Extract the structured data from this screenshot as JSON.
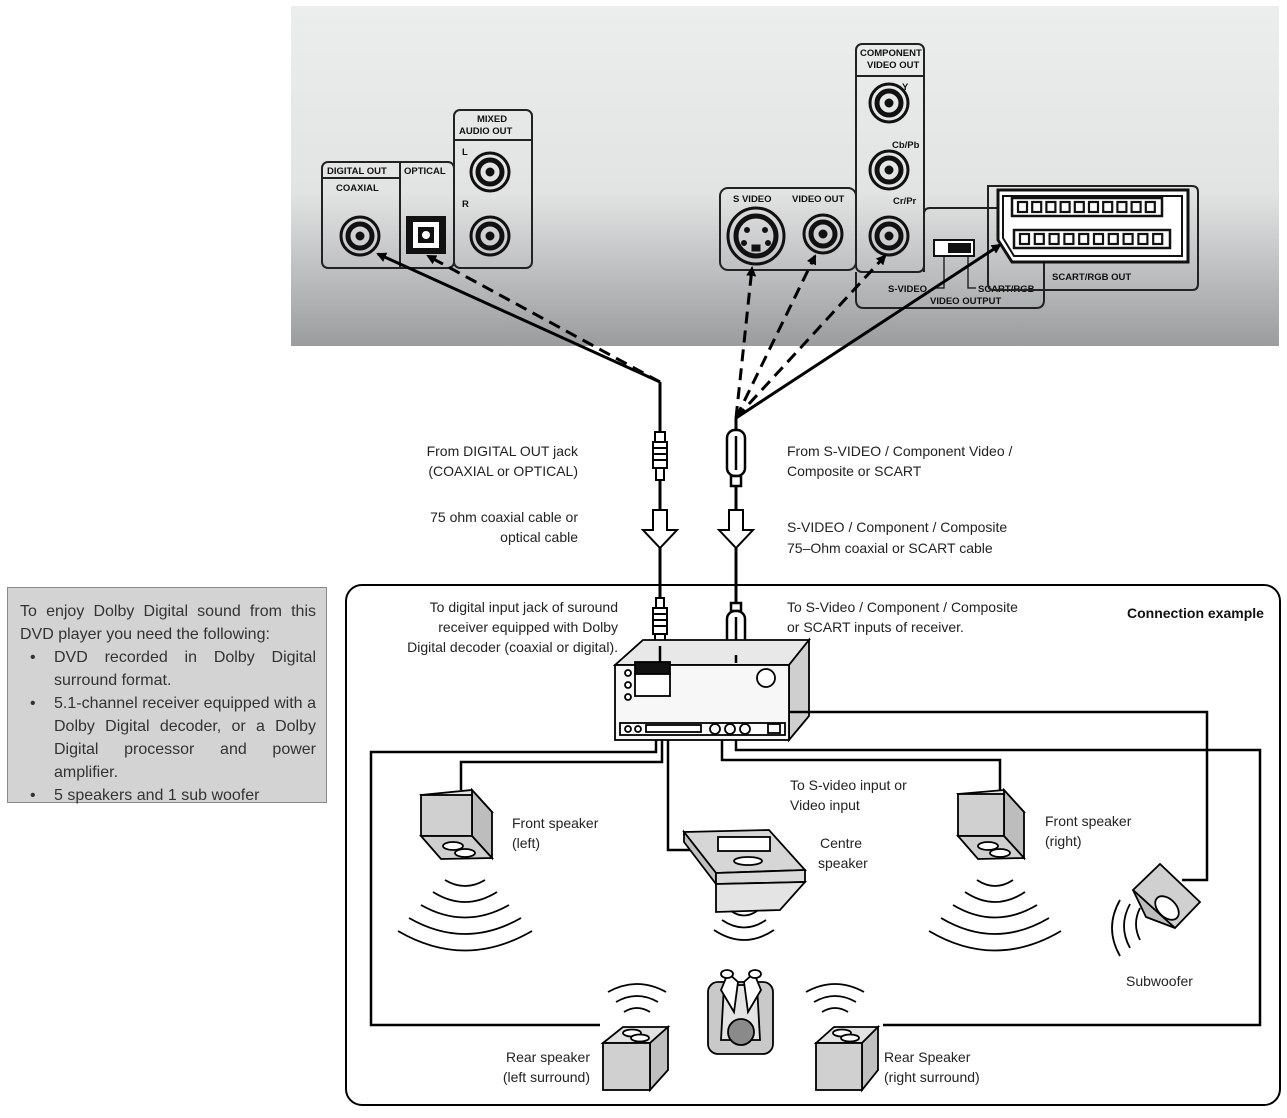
{
  "panel": {
    "digital_out": "DIGITAL OUT",
    "coaxial": "COAXIAL",
    "optical": "OPTICAL",
    "mixed_audio_out_1": "MIXED",
    "mixed_audio_out_2": "AUDIO OUT",
    "audio_l": "L",
    "audio_r": "R",
    "s_video": "S VIDEO",
    "video_out": "VIDEO OUT",
    "component_1": "COMPONENT",
    "component_2": "VIDEO OUT",
    "y": "Y",
    "cb_pb": "Cb/Pb",
    "cr_pr": "Cr/Pr",
    "switch_svideo": "S-VIDEO",
    "switch_scart": "SCART/RGB",
    "video_output": "VIDEO OUTPUT",
    "scart_rgb_out": "SCART/RGB OUT"
  },
  "cables": {
    "from_digital_1": "From DIGITAL OUT jack",
    "from_digital_2": "(COAXIAL or OPTICAL)",
    "cable_audio_1": "75 ohm coaxial cable or",
    "cable_audio_2": "optical cable",
    "from_video_1": "From S-VIDEO / Component Video /",
    "from_video_2": "Composite or SCART",
    "cable_video_1": "S-VIDEO / Component / Composite",
    "cable_video_2": "75–Ohm coaxial or SCART cable"
  },
  "example": {
    "title": "Connection example",
    "to_digital_1": "To digital input jack of suround",
    "to_digital_2": "receiver equipped with Dolby",
    "to_digital_3": "Digital decoder (coaxial or digital).",
    "to_video_1": "To S-Video / Component / Composite",
    "to_video_2": "or SCART inputs of receiver.",
    "to_svideo_1": "To S-video input or",
    "to_svideo_2": "Video input",
    "front_left_1": "Front speaker",
    "front_left_2": "(left)",
    "centre_1": "Centre",
    "centre_2": "speaker",
    "front_right_1": "Front speaker",
    "front_right_2": "(right)",
    "subwoofer": "Subwoofer",
    "rear_left_1": "Rear speaker",
    "rear_left_2": "(left surround)",
    "rear_right_1": "Rear Speaker",
    "rear_right_2": "(right surround)"
  },
  "info": {
    "intro": "To enjoy Dolby Digital sound from this DVD player you need the following:",
    "items": [
      "DVD recorded in Dolby Digital surround format.",
      "5.1-channel receiver equipped with a Dolby Digital decoder, or a Dolby Digital processor and power amplifier.",
      "5 speakers and 1 sub woofer"
    ]
  }
}
